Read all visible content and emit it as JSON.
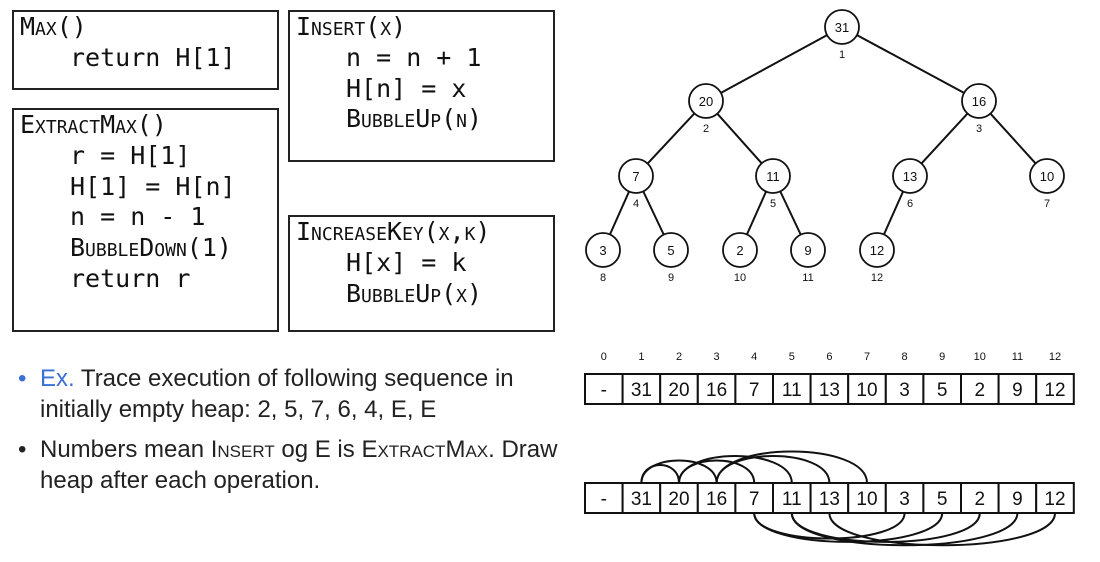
{
  "code": {
    "max": {
      "title": "Max()",
      "lines": [
        "return H[1]"
      ]
    },
    "extract_max": {
      "title": "ExtractMax()",
      "lines": [
        "r = H[1]",
        "H[1] = H[n]",
        "n = n - 1",
        "BubbleDown(1)",
        "return r"
      ]
    },
    "insert": {
      "title": "Insert(x)",
      "lines": [
        "n = n + 1",
        "H[n] = x",
        "BubbleUp(n)"
      ]
    },
    "increase_key": {
      "title": "IncreaseKey(x,k)",
      "lines": [
        "H[x] = k",
        "BubbleUp(x)"
      ]
    }
  },
  "bullets": [
    {
      "prefix": "Ex.",
      "text": "Trace execution of following sequence in initially empty heap: 2, 5, 7, 6, 4, E, E",
      "prefix_color": "#3a6fd8"
    },
    {
      "prefix": "",
      "text": "Numbers mean Insert og E is ExtractMax. Draw heap after each operation.",
      "prefix_color": "#222222"
    }
  ],
  "heap_tree": {
    "nodes": [
      {
        "key": "31",
        "index": "1"
      },
      {
        "key": "20",
        "index": "2"
      },
      {
        "key": "16",
        "index": "3"
      },
      {
        "key": "7",
        "index": "4"
      },
      {
        "key": "11",
        "index": "5"
      },
      {
        "key": "13",
        "index": "6"
      },
      {
        "key": "10",
        "index": "7"
      },
      {
        "key": "3",
        "index": "8"
      },
      {
        "key": "5",
        "index": "9"
      },
      {
        "key": "2",
        "index": "10"
      },
      {
        "key": "9",
        "index": "11"
      },
      {
        "key": "12",
        "index": "12"
      }
    ],
    "edges": [
      [
        1,
        2
      ],
      [
        1,
        3
      ],
      [
        2,
        4
      ],
      [
        2,
        5
      ],
      [
        3,
        6
      ],
      [
        3,
        7
      ],
      [
        4,
        8
      ],
      [
        4,
        9
      ],
      [
        5,
        10
      ],
      [
        5,
        11
      ],
      [
        6,
        12
      ]
    ]
  },
  "array": {
    "indices": [
      "0",
      "1",
      "2",
      "3",
      "4",
      "5",
      "6",
      "7",
      "8",
      "9",
      "10",
      "11",
      "12"
    ],
    "values": [
      "-",
      "31",
      "20",
      "16",
      "7",
      "11",
      "13",
      "10",
      "3",
      "5",
      "2",
      "9",
      "12"
    ]
  },
  "arcs": {
    "above": [
      [
        1,
        2
      ],
      [
        1,
        3
      ],
      [
        2,
        4
      ],
      [
        2,
        5
      ],
      [
        3,
        6
      ],
      [
        3,
        7
      ]
    ],
    "below": [
      [
        4,
        8
      ],
      [
        4,
        9
      ],
      [
        5,
        10
      ],
      [
        5,
        11
      ],
      [
        6,
        12
      ]
    ]
  }
}
